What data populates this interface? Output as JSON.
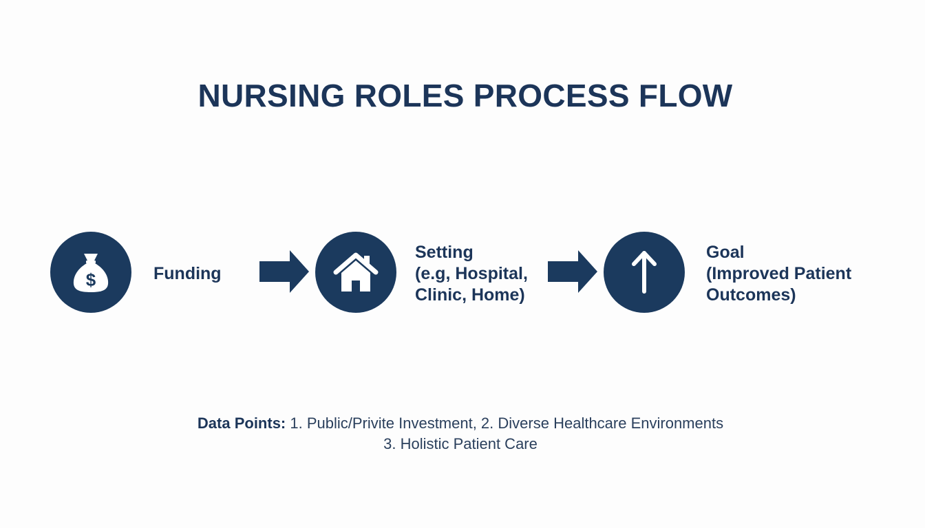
{
  "title": "NURSING ROLES PROCESS FLOW",
  "steps": [
    {
      "icon": "money-bag-icon",
      "lines": [
        "Funding"
      ]
    },
    {
      "icon": "house-icon",
      "lines": [
        "Setting",
        "(e.g, Hospital,",
        "Clinic, Home)"
      ]
    },
    {
      "icon": "arrow-up-icon",
      "lines": [
        "Goal",
        "(Improved Patient",
        "Outcomes)"
      ]
    }
  ],
  "footer": {
    "label": "Data Points:",
    "line1_rest": " 1. Public/Privite Investment, 2. Diverse Healthcare Environments",
    "line2": "3. Holistic Patient Care"
  },
  "colors": {
    "primary": "#1b3a5e",
    "text": "#1c3559",
    "background": "#fdfdfd"
  }
}
